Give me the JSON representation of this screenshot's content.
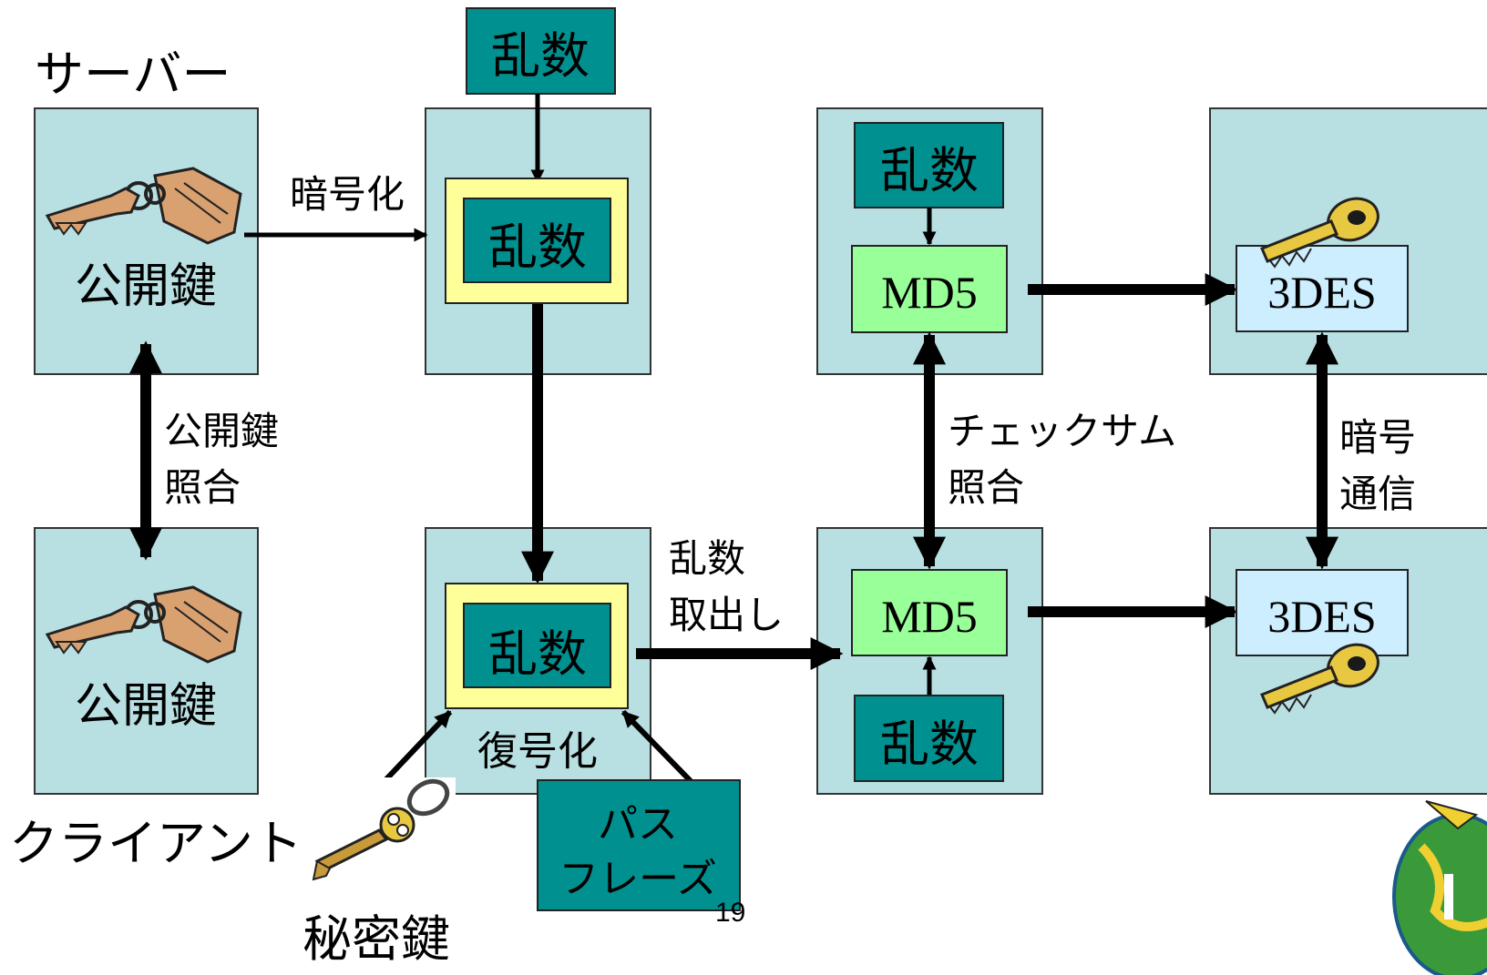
{
  "labels": {
    "server": "サーバー",
    "client": "クライアント",
    "public_key_top": "公開鍵",
    "public_key_bottom": "公開鍵",
    "encrypt": "暗号化",
    "public_key_check_1": "公開鍵",
    "public_key_check_2": "照合",
    "random_top": "乱数",
    "random_encrypted": "乱数",
    "random_decrypted": "乱数",
    "decrypt": "復号化",
    "extract_1": "乱数",
    "extract_2": "取出し",
    "secret_key": "秘密鍵",
    "passphrase_1": "パス",
    "passphrase_2": "フレーズ",
    "random_server_md5": "乱数",
    "md5_server": "MD5",
    "random_client_md5": "乱数",
    "md5_client": "MD5",
    "checksum_1": "チェックサム",
    "checksum_2": "照合",
    "des_server": "3DES",
    "des_client": "3DES",
    "crypto_comm_1": "暗号",
    "crypto_comm_2": "通信",
    "page_number": "19"
  },
  "colors": {
    "panel": "#b8dfe1",
    "teal": "#009090",
    "yellow": "#ffff99",
    "green": "#99ff99",
    "light_blue": "#cceeff",
    "key_gold": "#e8c840",
    "key_bronze": "#d9a070"
  },
  "icons": [
    "key-tag-icon",
    "gold-key-icon",
    "ring-key-icon",
    "globe-icon"
  ]
}
